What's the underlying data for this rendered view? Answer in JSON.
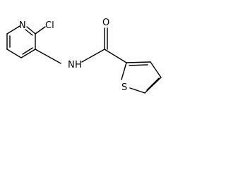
{
  "atoms": {
    "pyridine_n": "N",
    "chloro": "Cl",
    "amide_n": "N",
    "amide_h": "H",
    "carbonyl_o": "O",
    "thiophene_s": "S"
  }
}
